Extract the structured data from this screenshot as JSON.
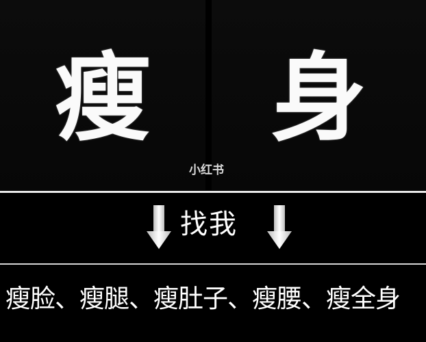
{
  "top": {
    "left_char": "瘦",
    "right_char": "身"
  },
  "watermark": "小红书",
  "find": {
    "label": "找我",
    "left_icon": "down-arrow-icon",
    "right_icon": "down-arrow-icon"
  },
  "bottom": {
    "text": "瘦脸、瘦腿、瘦肚子、瘦腰、瘦全身"
  }
}
